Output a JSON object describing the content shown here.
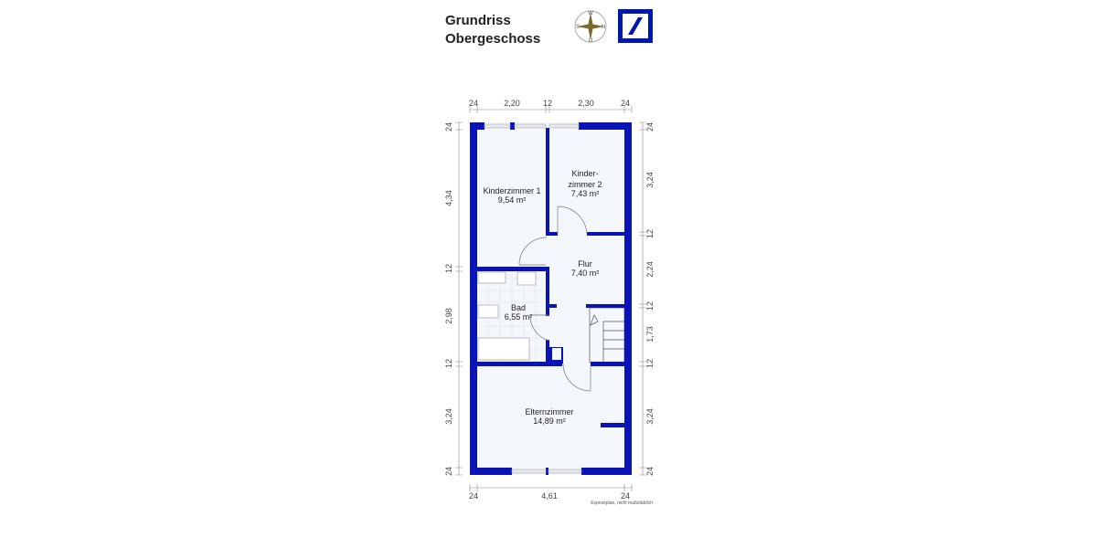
{
  "header": {
    "title_line1": "Grundriss",
    "title_line2": "Obergeschoss",
    "compass": {
      "n": "N",
      "s": "S",
      "w": "W",
      "o": "O"
    },
    "logo": "deutsche-bank-logo",
    "brand_color": "#0018A8"
  },
  "rooms": [
    {
      "name": "Kinderzimmer 1",
      "area": "9,54 m²"
    },
    {
      "name_line1": "Kinder-",
      "name_line2": "zimmer 2",
      "area": "7,43 m²"
    },
    {
      "name": "Flur",
      "area": "7,40 m²"
    },
    {
      "name": "Bad",
      "area": "6,55 m²"
    },
    {
      "name": "Elternzimmer",
      "area": "14,89 m²"
    }
  ],
  "dimensions": {
    "top": [
      "24",
      "2,20",
      "12",
      "2,30",
      "24"
    ],
    "left": [
      "24",
      "4,34",
      "12",
      "2,98",
      "12",
      "3,24",
      "24"
    ],
    "right": [
      "24",
      "3,24",
      "12",
      "2,24",
      "12",
      "1,73",
      "12",
      "3,24",
      "24"
    ],
    "bottom": [
      "24",
      "4,61",
      "24"
    ]
  },
  "note": "Exposéplan, nicht maßstäblich",
  "colors": {
    "wall": "#0a14b4",
    "floor": "#f4f7fc"
  }
}
